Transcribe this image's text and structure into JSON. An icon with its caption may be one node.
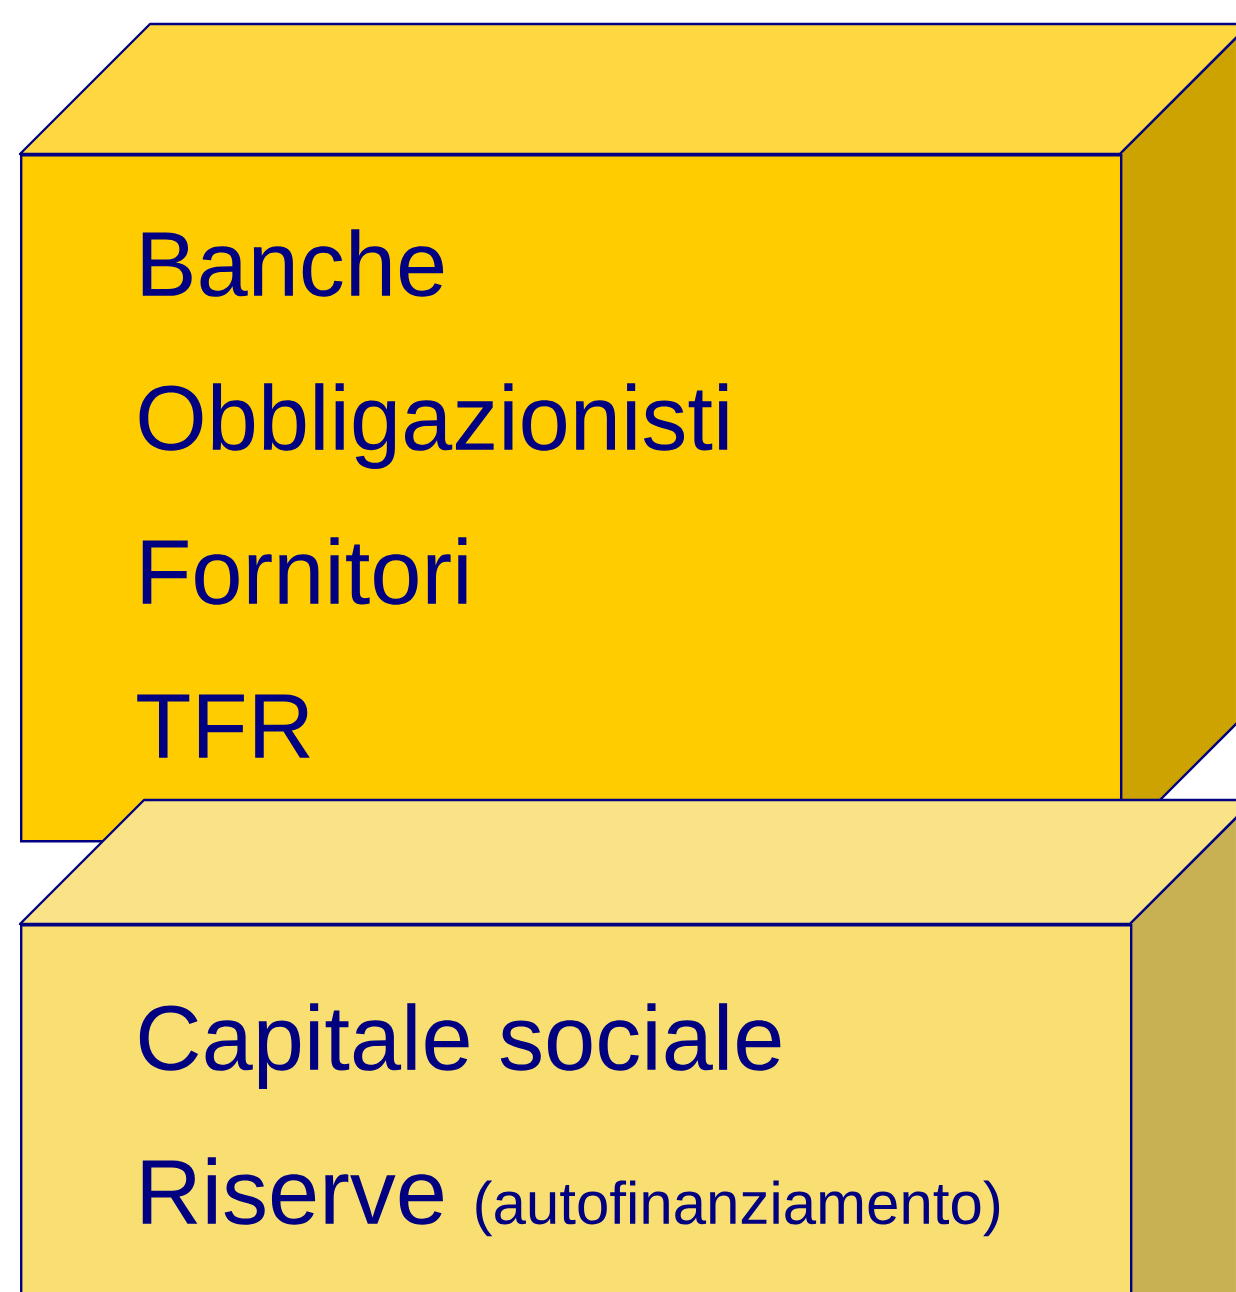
{
  "diagram": {
    "nodes": [
      {
        "text": [
          "Banche",
          "Obbligazionisti",
          "Fornitori",
          "TFR"
        ]
      },
      {
        "text": [
          "Capitale sociale",
          "Riserve",
          "(autofinanziamento)"
        ]
      }
    ]
  }
}
